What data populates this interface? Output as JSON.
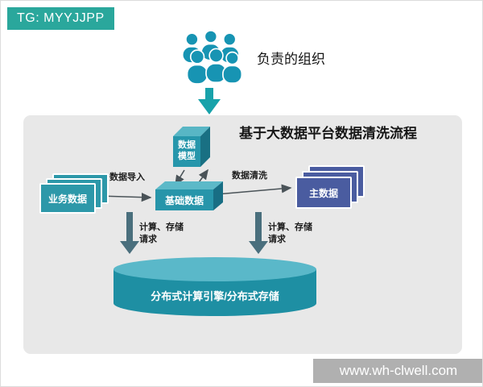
{
  "badge": {
    "text": "TG: MYYJJPP"
  },
  "org": {
    "label": "负责的组织"
  },
  "diagram": {
    "title": "基于大数据平台数据清洗流程",
    "nodes": {
      "data_model": "数据模型",
      "business_data": "业务数据",
      "base_data": "基础数据",
      "master_data": "主数据",
      "storage_engine": "分布式计算引擎/分布式存储"
    },
    "labels": {
      "data_import": "数据导入",
      "data_clean": "数据清洗",
      "compute_storage_request": "计算、存储请求"
    }
  },
  "watermark": {
    "text": "www.wh-clwell.com"
  },
  "colors": {
    "badge_bg": "#2aa79c",
    "people": "#1794b3",
    "teal_node": "#2795aa",
    "master_blue": "#4a5ca0",
    "cylinder_body": "#1e8fa3",
    "cylinder_top": "#5ab8c9",
    "panel_bg": "#e8e8e8",
    "connector": "#4a5358",
    "thick_arrow": "#4a6f7d"
  }
}
